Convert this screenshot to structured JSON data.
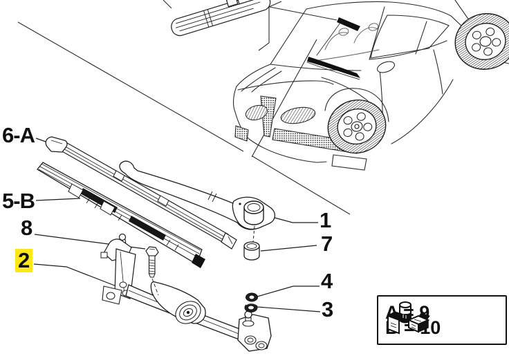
{
  "page": {
    "background": "#ffffff"
  },
  "diagram": {
    "type": "exploded-parts-diagram",
    "subject": "windscreen-wiper-system-on-vehicle",
    "line_color": "#1c1c1c",
    "highlight_color": "#ffe71c",
    "callouts": [
      {
        "label": "6-A",
        "highlighted": false
      },
      {
        "label": "5-B",
        "highlighted": false
      },
      {
        "label": "8",
        "highlighted": false
      },
      {
        "label": "2",
        "highlighted": true
      },
      {
        "label": "1",
        "highlighted": false
      },
      {
        "label": "7",
        "highlighted": false
      },
      {
        "label": "4",
        "highlighted": false
      },
      {
        "label": "3",
        "highlighted": false
      }
    ],
    "legend": {
      "icon": "parts-kit-icon",
      "line_a": "A = 9",
      "line_b": "B = 10"
    }
  }
}
